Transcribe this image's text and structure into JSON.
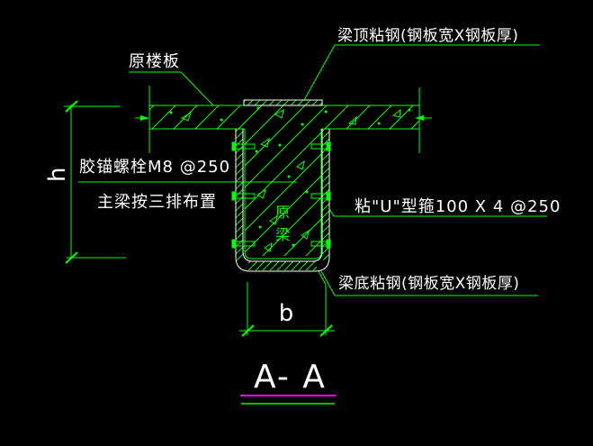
{
  "drawing": {
    "type": "structural_detail_section",
    "section_title": "A- A",
    "labels": {
      "original_slab": "原楼板",
      "beam_top_plate": "梁顶粘钢(钢板宽X钢板厚)",
      "anchor_bolt_line1": "胶锚螺栓M8 @250",
      "anchor_bolt_line2": "主梁按三排布置",
      "u_stirrup": "粘\"U\"型箍100 X 4 @250",
      "beam_bottom_plate": "梁底粘钢(钢板宽X钢板厚)",
      "beam_name_char1": "原",
      "beam_name_char2": "梁",
      "dim_height": "h",
      "dim_width": "b"
    },
    "colors": {
      "background": "#000000",
      "linework": "#00ff00",
      "annotation_text": "#ffffff",
      "steel_plate_outline": "#ffffff",
      "title_underline_top": "#ff00ff",
      "title_underline_bottom": "#00ff00"
    },
    "notes": {
      "bolt_rows": 3,
      "bolt_spec": "M8 @250",
      "stirrup_spec": "100 X 4 @250"
    }
  }
}
